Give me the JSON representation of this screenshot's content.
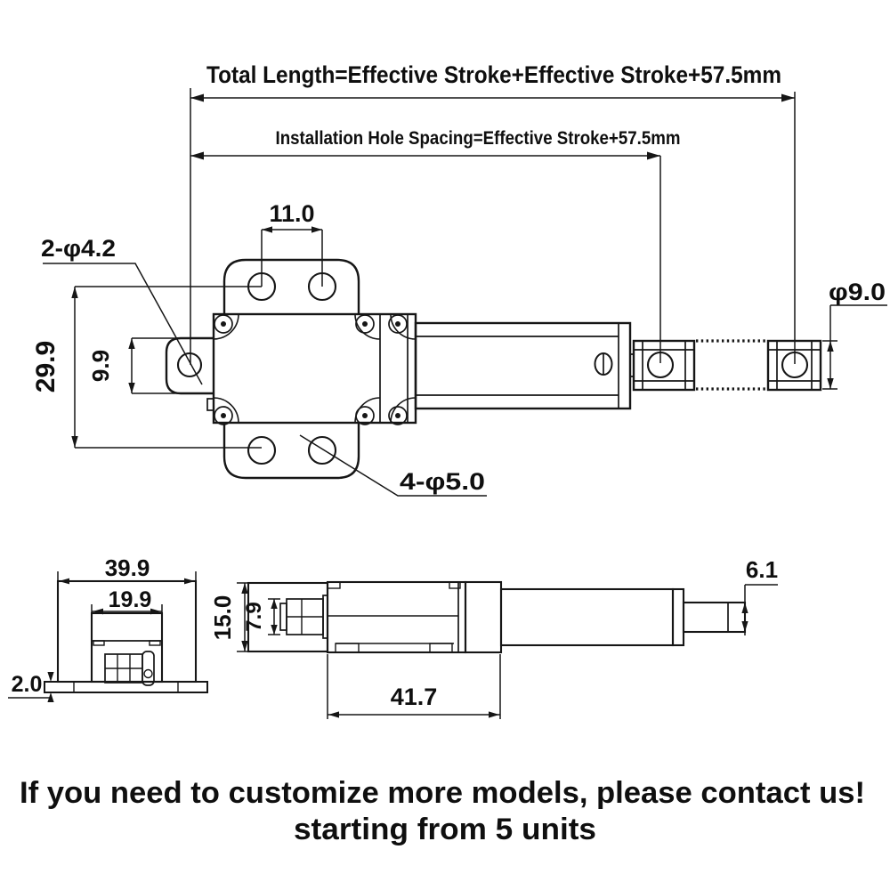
{
  "drawing": {
    "notes": {
      "total_length": "Total Length=Effective Stroke+Effective Stroke+57.5mm",
      "installation": "Installation Hole Spacing=Effective Stroke+57.5mm"
    },
    "top_view": {
      "hole_pitch": "11.0",
      "top_holes": "2-φ4.2",
      "overall_height": "29.9",
      "side_tab_width": "9.9",
      "bottom_holes": "4-φ5.0",
      "rod_end_dia": "φ9.0"
    },
    "end_view": {
      "overall_width": "39.9",
      "inner_width": "19.9",
      "base_plate": "2.0"
    },
    "side_view": {
      "overall_height": "15.0",
      "connector_height": "7.9",
      "body_length": "41.7",
      "rod_tip": "6.1"
    }
  },
  "footer": {
    "line1": "If you need to customize more models, please contact us!",
    "line2": "starting from 5 units",
    "color": "#e60000"
  },
  "colors": {
    "line": "#161616",
    "background": "#ffffff"
  }
}
